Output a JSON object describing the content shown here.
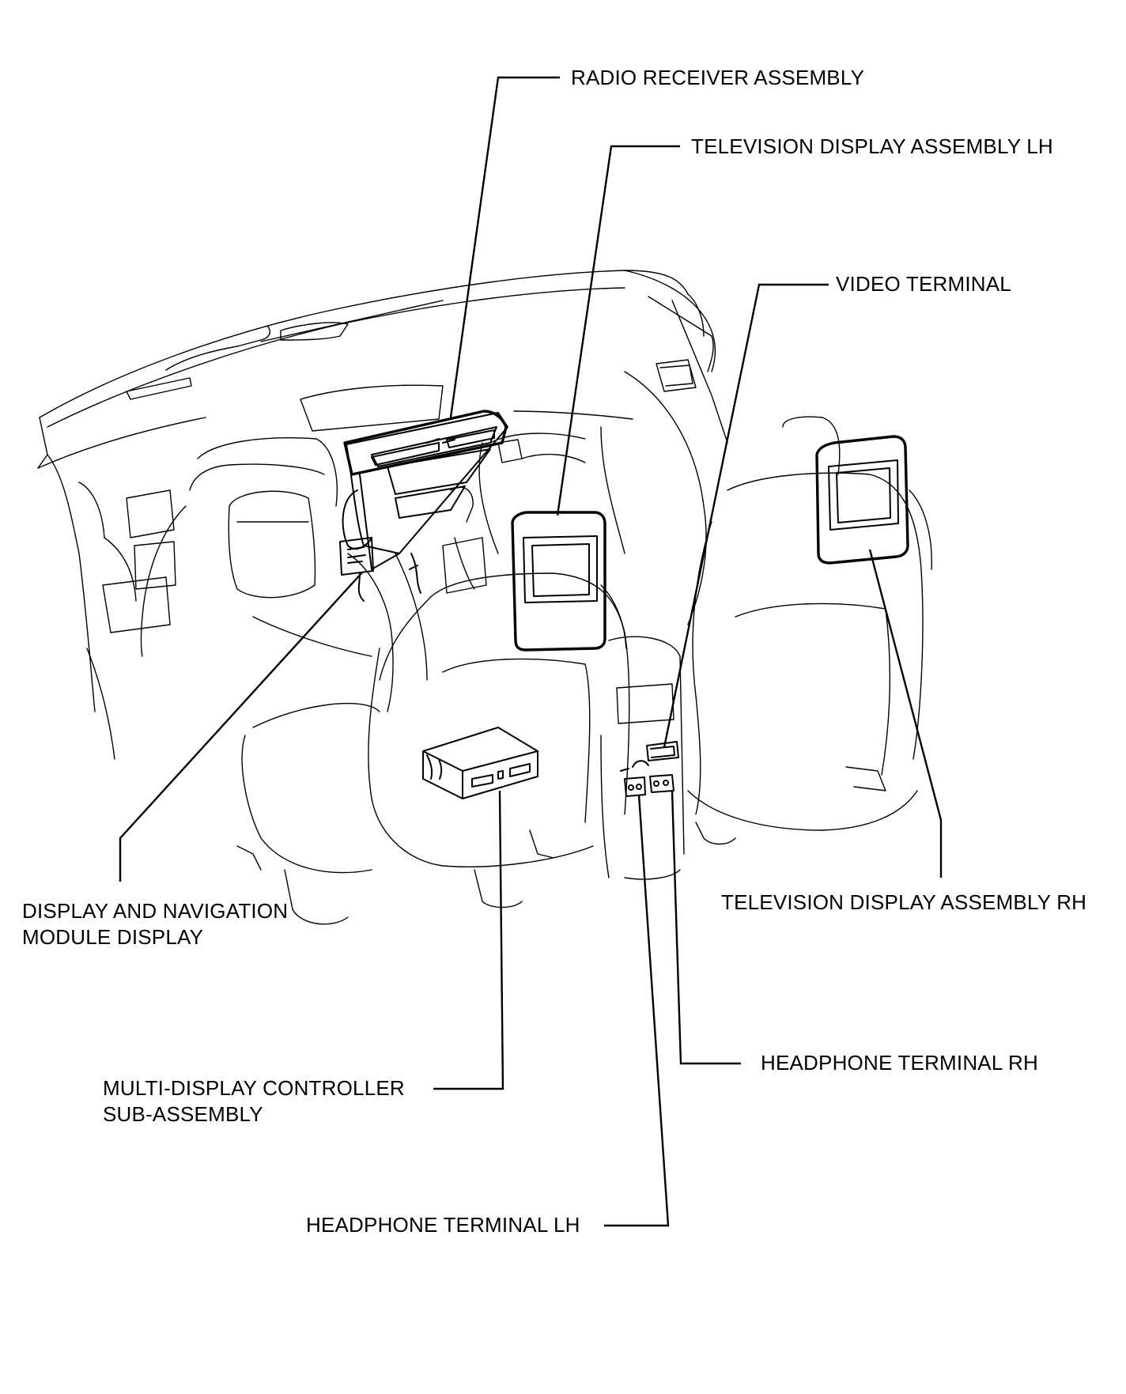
{
  "diagram": {
    "labels": {
      "radio_receiver": "RADIO RECEIVER ASSEMBLY",
      "tv_display_lh": "TELEVISION DISPLAY ASSEMBLY LH",
      "video_terminal": "VIDEO TERMINAL",
      "display_nav_line1": "DISPLAY AND NAVIGATION",
      "display_nav_line2": "MODULE DISPLAY",
      "tv_display_rh": "TELEVISION DISPLAY ASSEMBLY RH",
      "multi_display_line1": "MULTI-DISPLAY CONTROLLER",
      "multi_display_line2": "SUB-ASSEMBLY",
      "headphone_rh": "HEADPHONE TERMINAL RH",
      "headphone_lh": "HEADPHONE TERMINAL LH"
    }
  }
}
